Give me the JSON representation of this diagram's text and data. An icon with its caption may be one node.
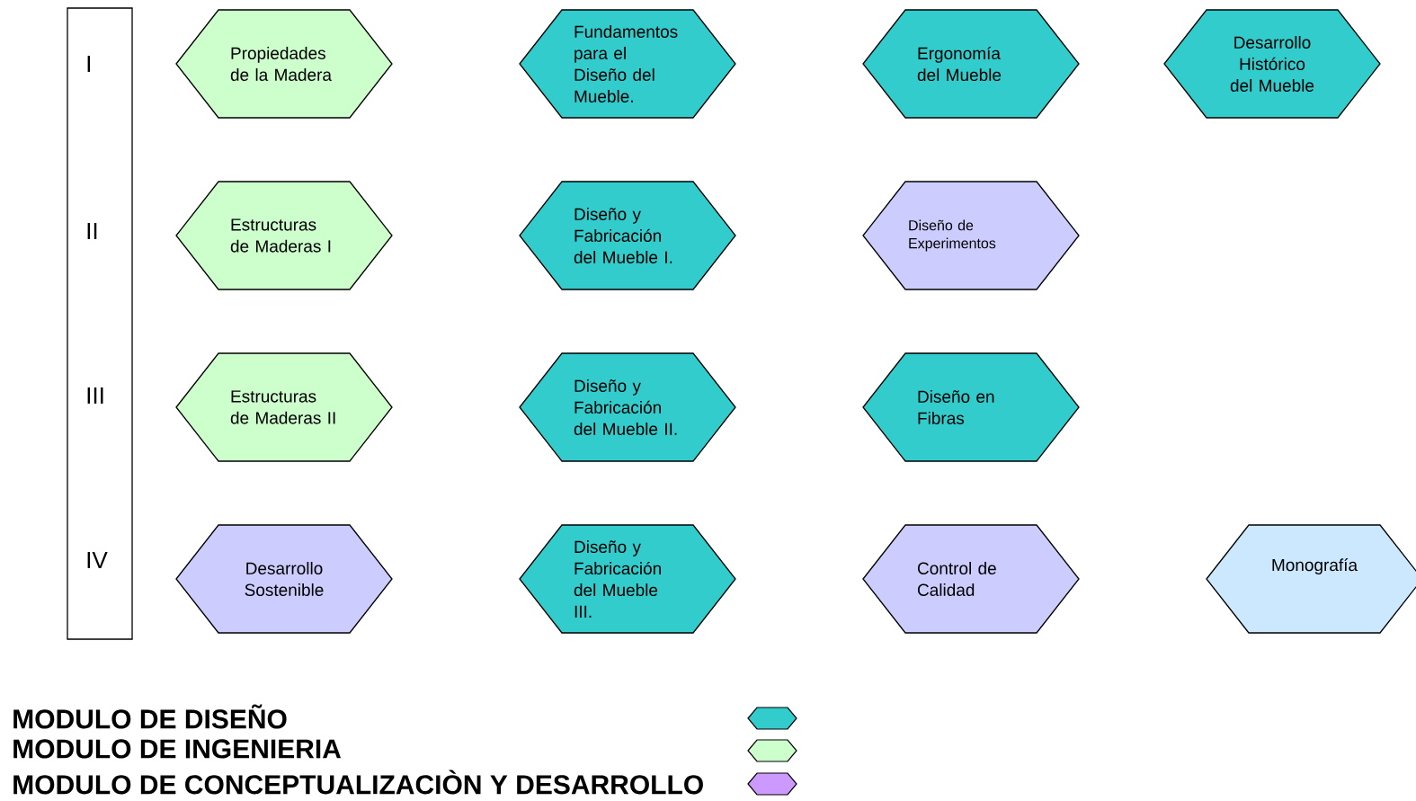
{
  "diagram": {
    "nodes": [
      {
        "text": [
          "I",
          "II",
          "III",
          "IV"
        ]
      },
      {
        "text": [
          "Propiedades de la Madera"
        ]
      },
      {
        "text": [
          "Fundamentos para el Diseño del Mueble."
        ]
      },
      {
        "text": [
          "Ergonomía del Mueble"
        ]
      },
      {
        "text": [
          "Desarrollo Histórico del Mueble"
        ]
      },
      {
        "text": [
          "Estructuras de Maderas I"
        ]
      },
      {
        "text": [
          "Diseño y Fabricación del Mueble I."
        ]
      },
      {
        "text": [
          "Diseño de Experimentos"
        ]
      },
      {
        "text": [
          "Estructuras de Maderas II"
        ]
      },
      {
        "text": [
          "Diseño y Fabricación del Mueble II."
        ]
      },
      {
        "text": [
          "Diseño en Fibras"
        ]
      },
      {
        "text": [
          "Desarrollo Sostenible"
        ]
      },
      {
        "text": [
          "Diseño y Fabricación del Mueble III."
        ]
      },
      {
        "text": [
          "Control de Calidad"
        ]
      },
      {
        "text": [
          "Monografía"
        ]
      }
    ],
    "legend": [
      {
        "text": "MODULO DE DISEÑO",
        "color": "#33cccc"
      },
      {
        "text": "MODULO DE INGENIERIA",
        "color": "#ccffcc"
      },
      {
        "text": "MODULO DE CONCEPTUALIZACIÒN Y DESARROLLO",
        "color": "#cc99ff"
      }
    ]
  }
}
